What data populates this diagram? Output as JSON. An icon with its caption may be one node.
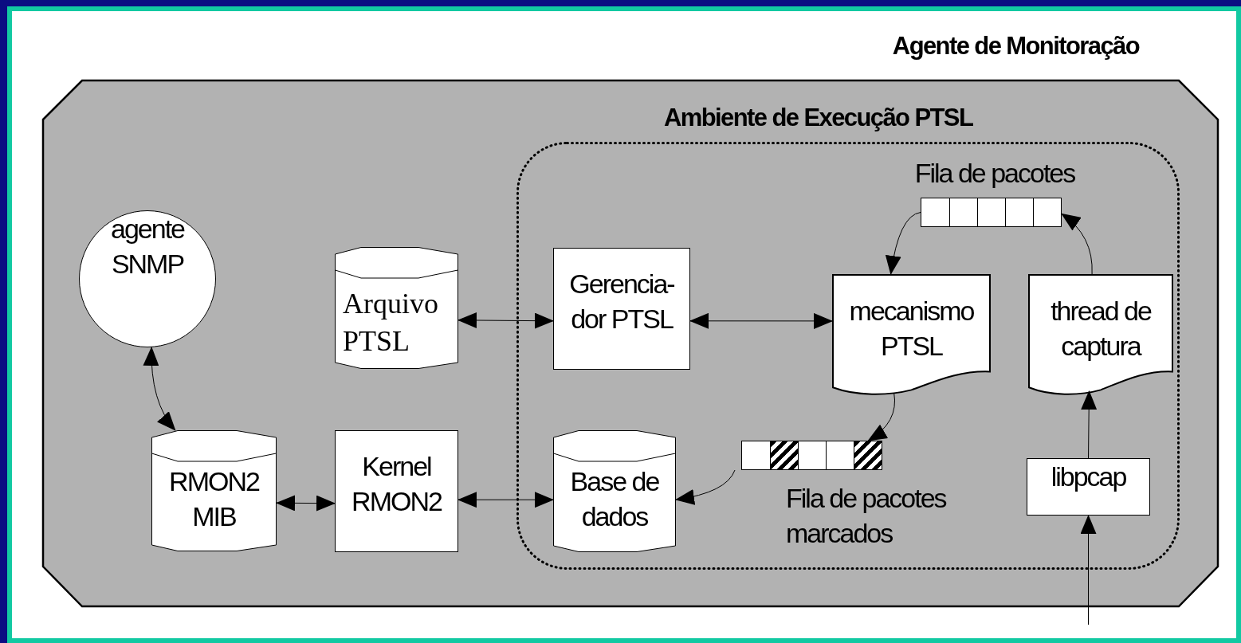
{
  "diagram": {
    "nodes": [
      {
        "text": [
          "Agente de Monitoração"
        ]
      },
      {
        "text": [
          "Ambiente de Execução PTSL"
        ],
        "in": 0
      },
      {
        "text": [
          "agente SNMP"
        ],
        "in": 0
      },
      {
        "text": [
          "Arquivo PTSL"
        ],
        "in": 0
      },
      {
        "text": [
          "RMON2 MIB"
        ],
        "in": 0
      },
      {
        "text": [
          "Kernel RMON2"
        ],
        "in": 0
      },
      {
        "text": [
          "Gerencia- dor PTSL"
        ],
        "in": 1
      },
      {
        "text": [
          "Fila de pacotes"
        ],
        "in": 1
      },
      {
        "text": [
          "mecanismo PTSL"
        ],
        "in": 1
      },
      {
        "text": [
          "thread de captura"
        ],
        "in": 1
      },
      {
        "text": [
          "Base de dados"
        ],
        "in": 1
      },
      {
        "text": [
          "Fila de pacotes marcados"
        ],
        "in": 1
      },
      {
        "text": [
          "libpcap"
        ],
        "in": 1
      }
    ],
    "edges": [
      {
        "from": 2,
        "to": 4,
        "arrow": "both"
      },
      {
        "from": 4,
        "to": 5,
        "arrow": "both"
      },
      {
        "from": 5,
        "to": 10,
        "arrow": "both"
      },
      {
        "from": 3,
        "to": 6,
        "arrow": "both"
      },
      {
        "from": 6,
        "to": 8,
        "arrow": "both"
      },
      {
        "from": 7,
        "to": 8,
        "arrow": "to"
      },
      {
        "from": 9,
        "to": 7,
        "arrow": "to"
      },
      {
        "from": 8,
        "to": 11,
        "arrow": "to"
      },
      {
        "from": 11,
        "to": 10,
        "arrow": "to"
      },
      {
        "from": 12,
        "to": 9,
        "arrow": "to"
      },
      {
        "from": null,
        "to": 12,
        "arrow": "to"
      }
    ]
  }
}
